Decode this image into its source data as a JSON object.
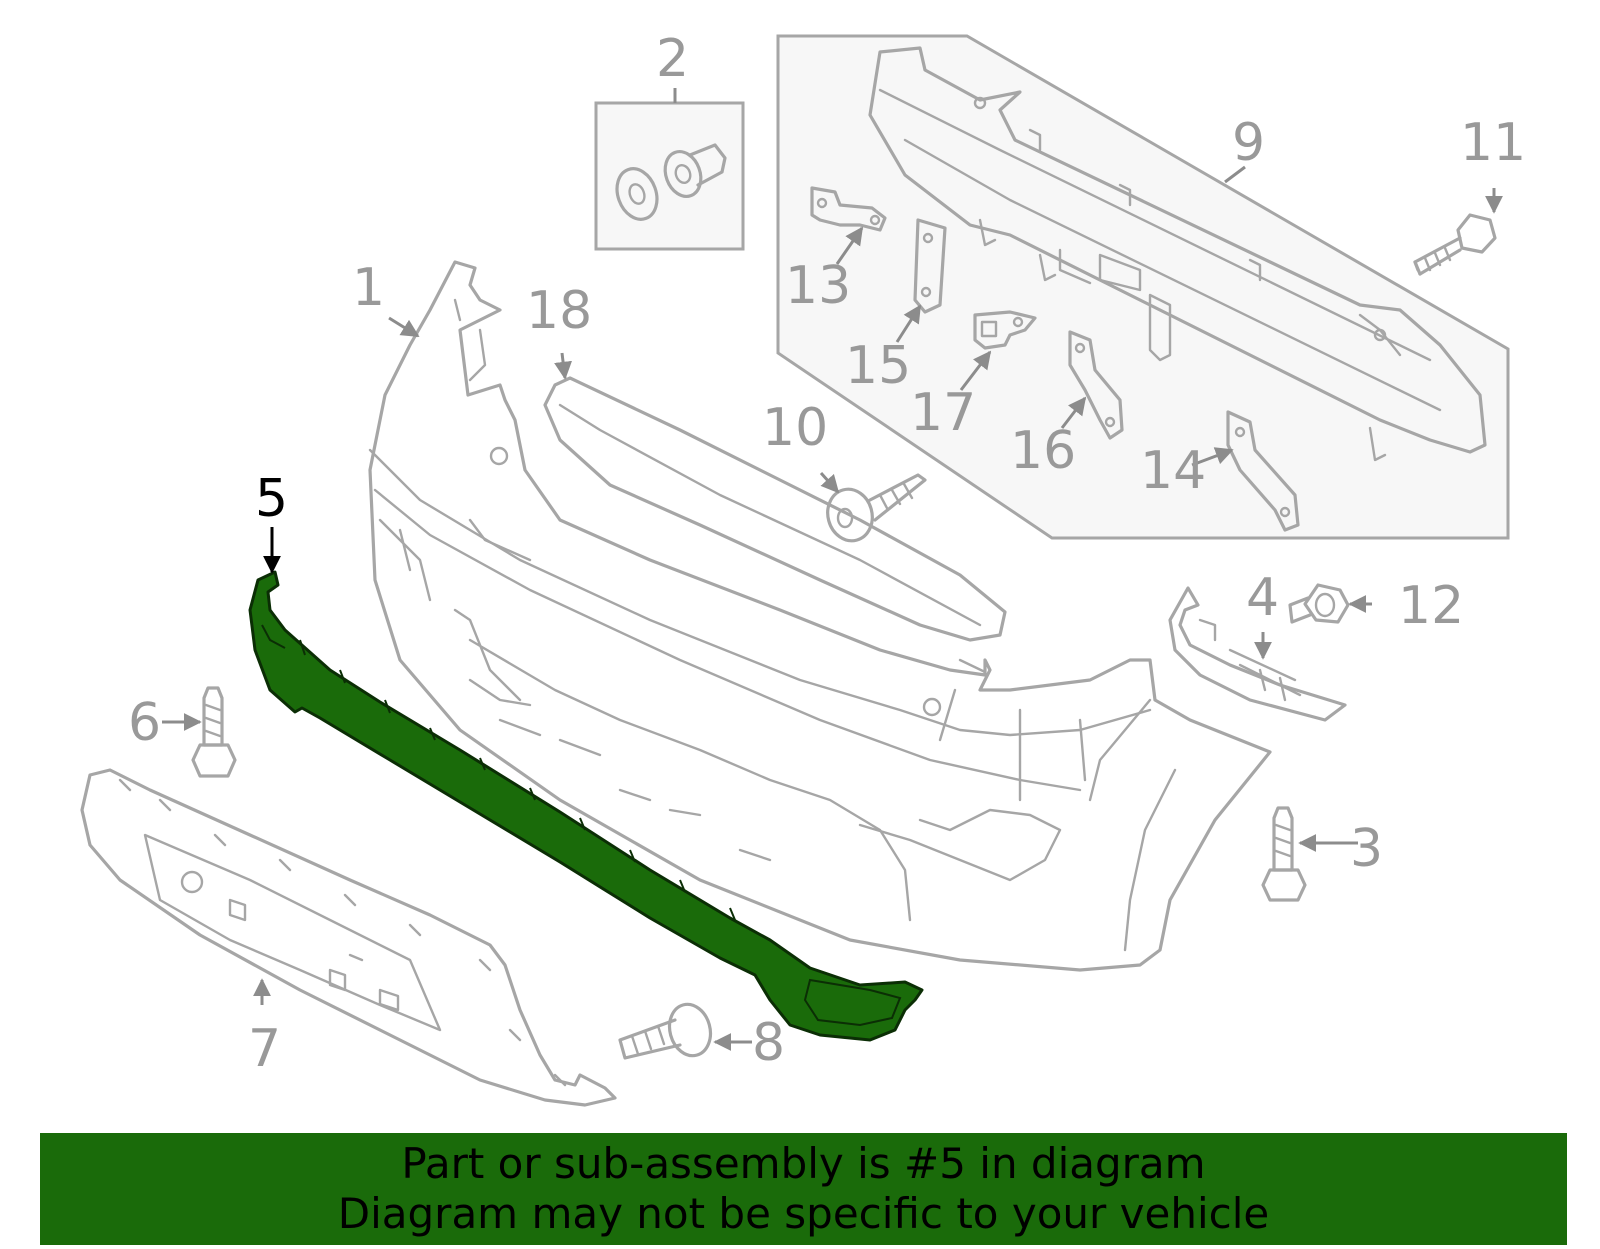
{
  "callouts": {
    "n1": "1",
    "n2": "2",
    "n3": "3",
    "n4": "4",
    "n5": "5",
    "n6": "6",
    "n7": "7",
    "n8": "8",
    "n9": "9",
    "n10": "10",
    "n11": "11",
    "n12": "12",
    "n13": "13",
    "n14": "14",
    "n15": "15",
    "n16": "16",
    "n17": "17",
    "n18": "18"
  },
  "highlight_part": "5",
  "colors": {
    "highlight": "#1a6b0a",
    "line": "#a6a6a6",
    "label": "#999999",
    "banner": "#1a6b0a"
  },
  "banner": {
    "line1": "Part or sub-assembly is #5 in diagram",
    "line2": "Diagram may not be specific to your vehicle"
  }
}
